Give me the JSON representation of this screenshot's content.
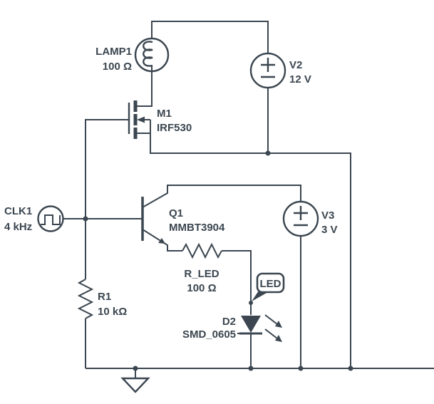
{
  "schematic": {
    "background": "#ffffff",
    "stroke_color": "#3b4650",
    "components": {
      "lamp1": {
        "ref": "LAMP1",
        "value": "100 Ω"
      },
      "m1": {
        "ref": "M1",
        "value": "IRF530"
      },
      "v2": {
        "ref": "V2",
        "value": "12 V"
      },
      "clk1": {
        "ref": "CLK1",
        "value": "4 kHz"
      },
      "q1": {
        "ref": "Q1",
        "value": "MMBT3904"
      },
      "v3": {
        "ref": "V3",
        "value": "3 V"
      },
      "r_led": {
        "ref": "R_LED",
        "value": "100 Ω"
      },
      "r1": {
        "ref": "R1",
        "value": "10 kΩ"
      },
      "d2": {
        "ref": "D2",
        "value": "SMD_0605",
        "callout": "LED"
      }
    }
  }
}
